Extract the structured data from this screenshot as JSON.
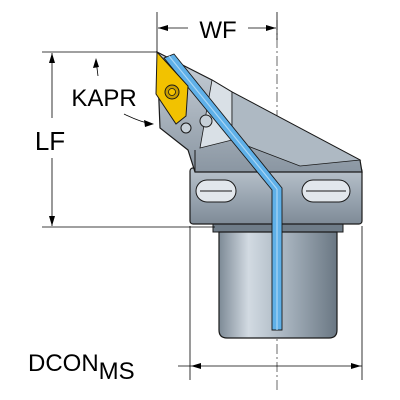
{
  "labels": {
    "wf": "WF",
    "kapr": "KAPR",
    "lf": "LF",
    "dcon": "DCON",
    "dcon_sub": "MS"
  },
  "colors": {
    "body_light": "#c4cdd6",
    "body_mid": "#9aa6b2",
    "body_dark": "#6e7b88",
    "coolant": "#5fb0e8",
    "insert": "#f2c200",
    "outline": "#1a1a1a"
  }
}
